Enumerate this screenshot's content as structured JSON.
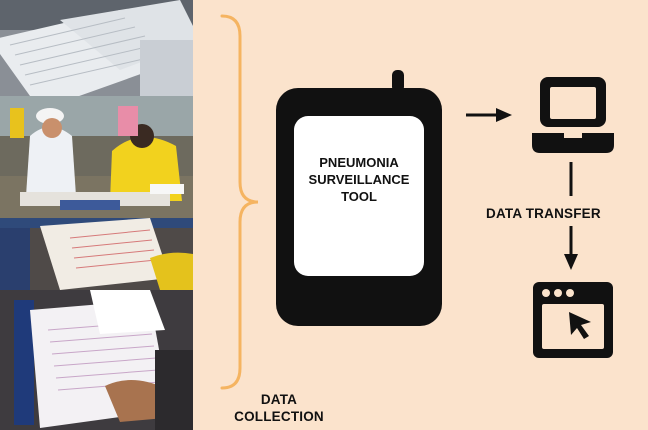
{
  "phone": {
    "line1": "PNEUMONIA",
    "line2": "SURVEILLANCE",
    "line3": "TOOL"
  },
  "labels": {
    "collection_line1": "DATA",
    "collection_line2": "COLLECTION",
    "transfer": "DATA TRANSFER"
  },
  "colors": {
    "background": "#fbe3cc",
    "brace": "#f5b461",
    "icon": "#111111",
    "screen": "#ffffff"
  },
  "icons": [
    "arrow-right-icon",
    "laptop-icon",
    "arrow-down-icon",
    "browser-window-cursor-icon"
  ]
}
